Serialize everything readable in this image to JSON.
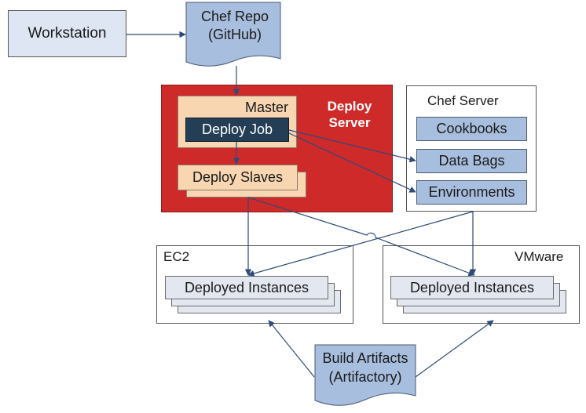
{
  "nodes": {
    "workstation": "Workstation",
    "chef_repo": [
      "Chef Repo",
      "(GitHub)"
    ],
    "deploy_server": [
      "Deploy",
      "Server"
    ],
    "master": "Master",
    "deploy_job": "Deploy Job",
    "deploy_slaves": "Deploy Slaves",
    "chef_server": "Chef Server",
    "cookbooks": "Cookbooks",
    "data_bags": "Data Bags",
    "environments": "Environments",
    "ec2": "EC2",
    "vmware": "VMware",
    "ec2_instances": "Deployed Instances",
    "vmware_instances": "Deployed Instances",
    "build_artifacts": [
      "Build Artifacts",
      "(Artifactory)"
    ]
  },
  "colors": {
    "light_blue": "#dde6f2",
    "deploy_red": "#cf2a2a",
    "peach": "#f8d6b2",
    "dark_navy": "#243e55",
    "steel_blue": "#a8bede",
    "arrow": "#2d4a78"
  }
}
